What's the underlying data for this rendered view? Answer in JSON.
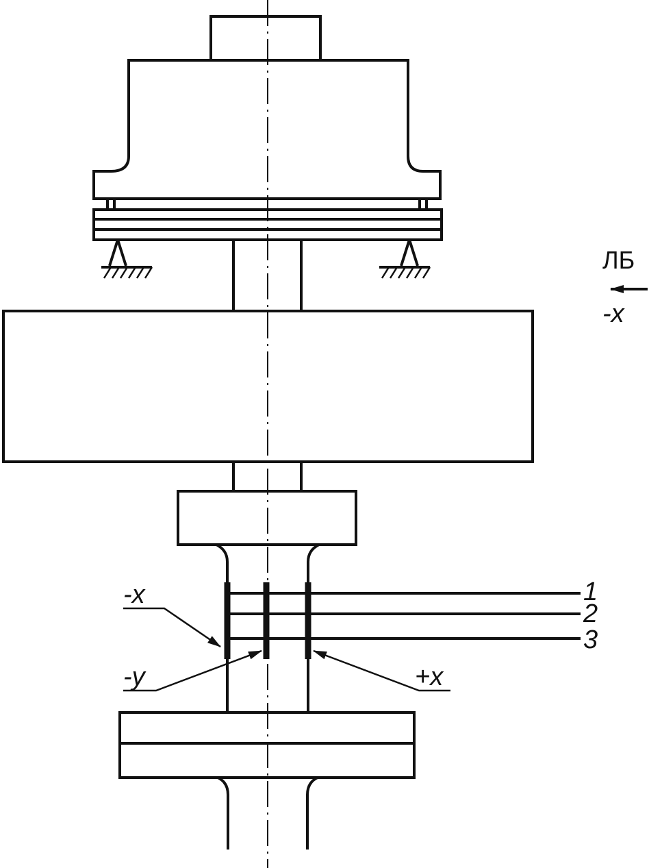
{
  "labels": {
    "lb": "ЛБ",
    "dir_top": "-x",
    "sensor_minus_x": "-x",
    "sensor_minus_y": "-y",
    "sensor_plus_x": "+x",
    "plane_1": "1",
    "plane_2": "2",
    "plane_3": "3"
  }
}
